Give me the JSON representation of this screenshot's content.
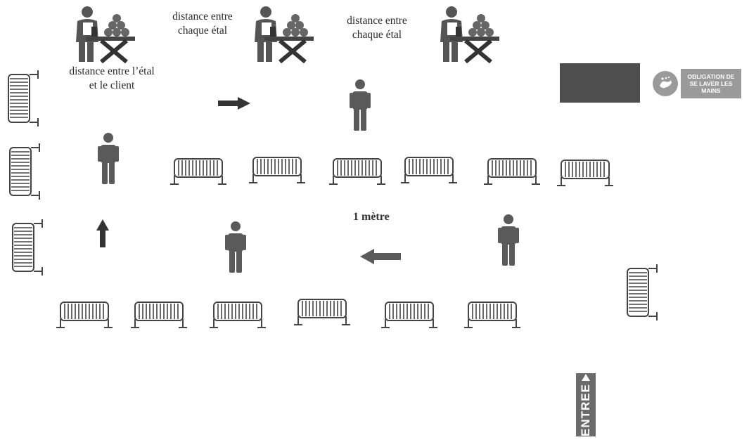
{
  "labels": {
    "distance_etal_client": "distance  entre l’étal et le client",
    "distance_chaque_etal_1": "distance entre chaque étal",
    "distance_chaque_etal_2": "distance entre chaque étal",
    "un_metre": "1 mètre"
  },
  "sign": {
    "text": "OBLIGATION DE SE LAVER LES MAINS",
    "icon": "hand-washing-icon"
  },
  "entree": {
    "text": "ENTREE"
  },
  "colors": {
    "figure": "#5a5a5a",
    "barrier": "#444444",
    "arrow": "#4a4a4a",
    "box": "#4e4e4e",
    "sign": "#9a9a9a"
  }
}
